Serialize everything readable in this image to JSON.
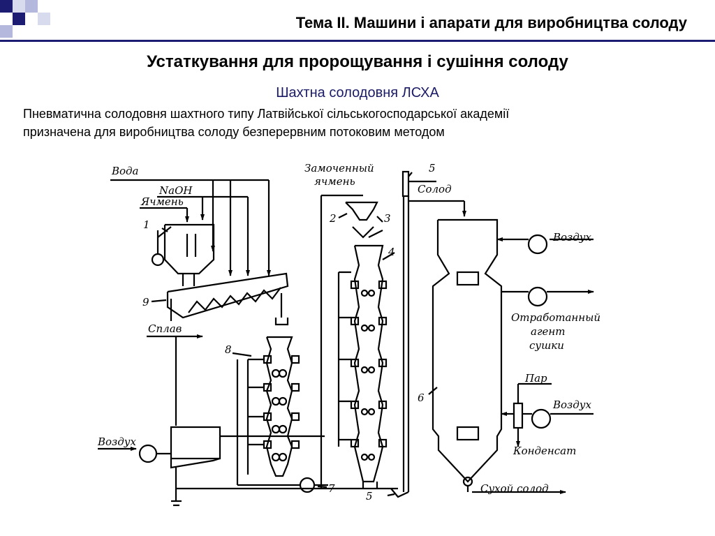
{
  "topic_title": "Тема ІІ. Машини і апарати для виробництва солоду",
  "slide_title": "Устаткування для пророщування і сушіння солоду",
  "subtitle": "Шахтна солодовня ЛСХА",
  "description": [
    "Пневматична солодовня шахтного типу Латвійської сільськогосподарської академії",
    "призначена для виробництва солоду безперервним потоковим методом"
  ],
  "diagram": {
    "labels": {
      "water": "Вода",
      "naoh": "NaOH",
      "barley": "Ячмень",
      "float_off": "Сплав",
      "soaked_barley_1": "Замоченный",
      "soaked_barley_2": "ячмень",
      "malt": "Солод",
      "air_top": "Воздух",
      "spent_agent_1": "Отработанный",
      "spent_agent_2": "агент",
      "spent_agent_3": "сушки",
      "steam": "Пар",
      "air_right": "Воздух",
      "condensate": "Конденсат",
      "air_left": "Воздух",
      "dry_malt": "Сухой солод"
    },
    "numbers": {
      "n1": "1",
      "n2": "2",
      "n3": "3",
      "n4": "4",
      "n5_top": "5",
      "n5_bottom": "5",
      "n6": "6",
      "n7": "7",
      "n8": "8",
      "n9": "9"
    }
  }
}
